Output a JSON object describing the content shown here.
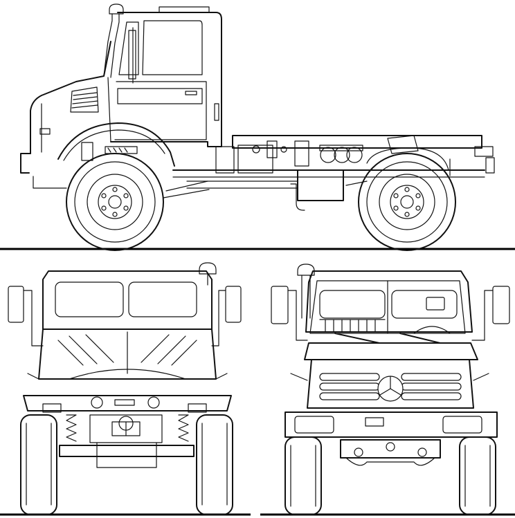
{
  "figure": {
    "background": "#ffffff",
    "line_color": "#111111",
    "views": [
      "side",
      "rear",
      "front"
    ]
  }
}
